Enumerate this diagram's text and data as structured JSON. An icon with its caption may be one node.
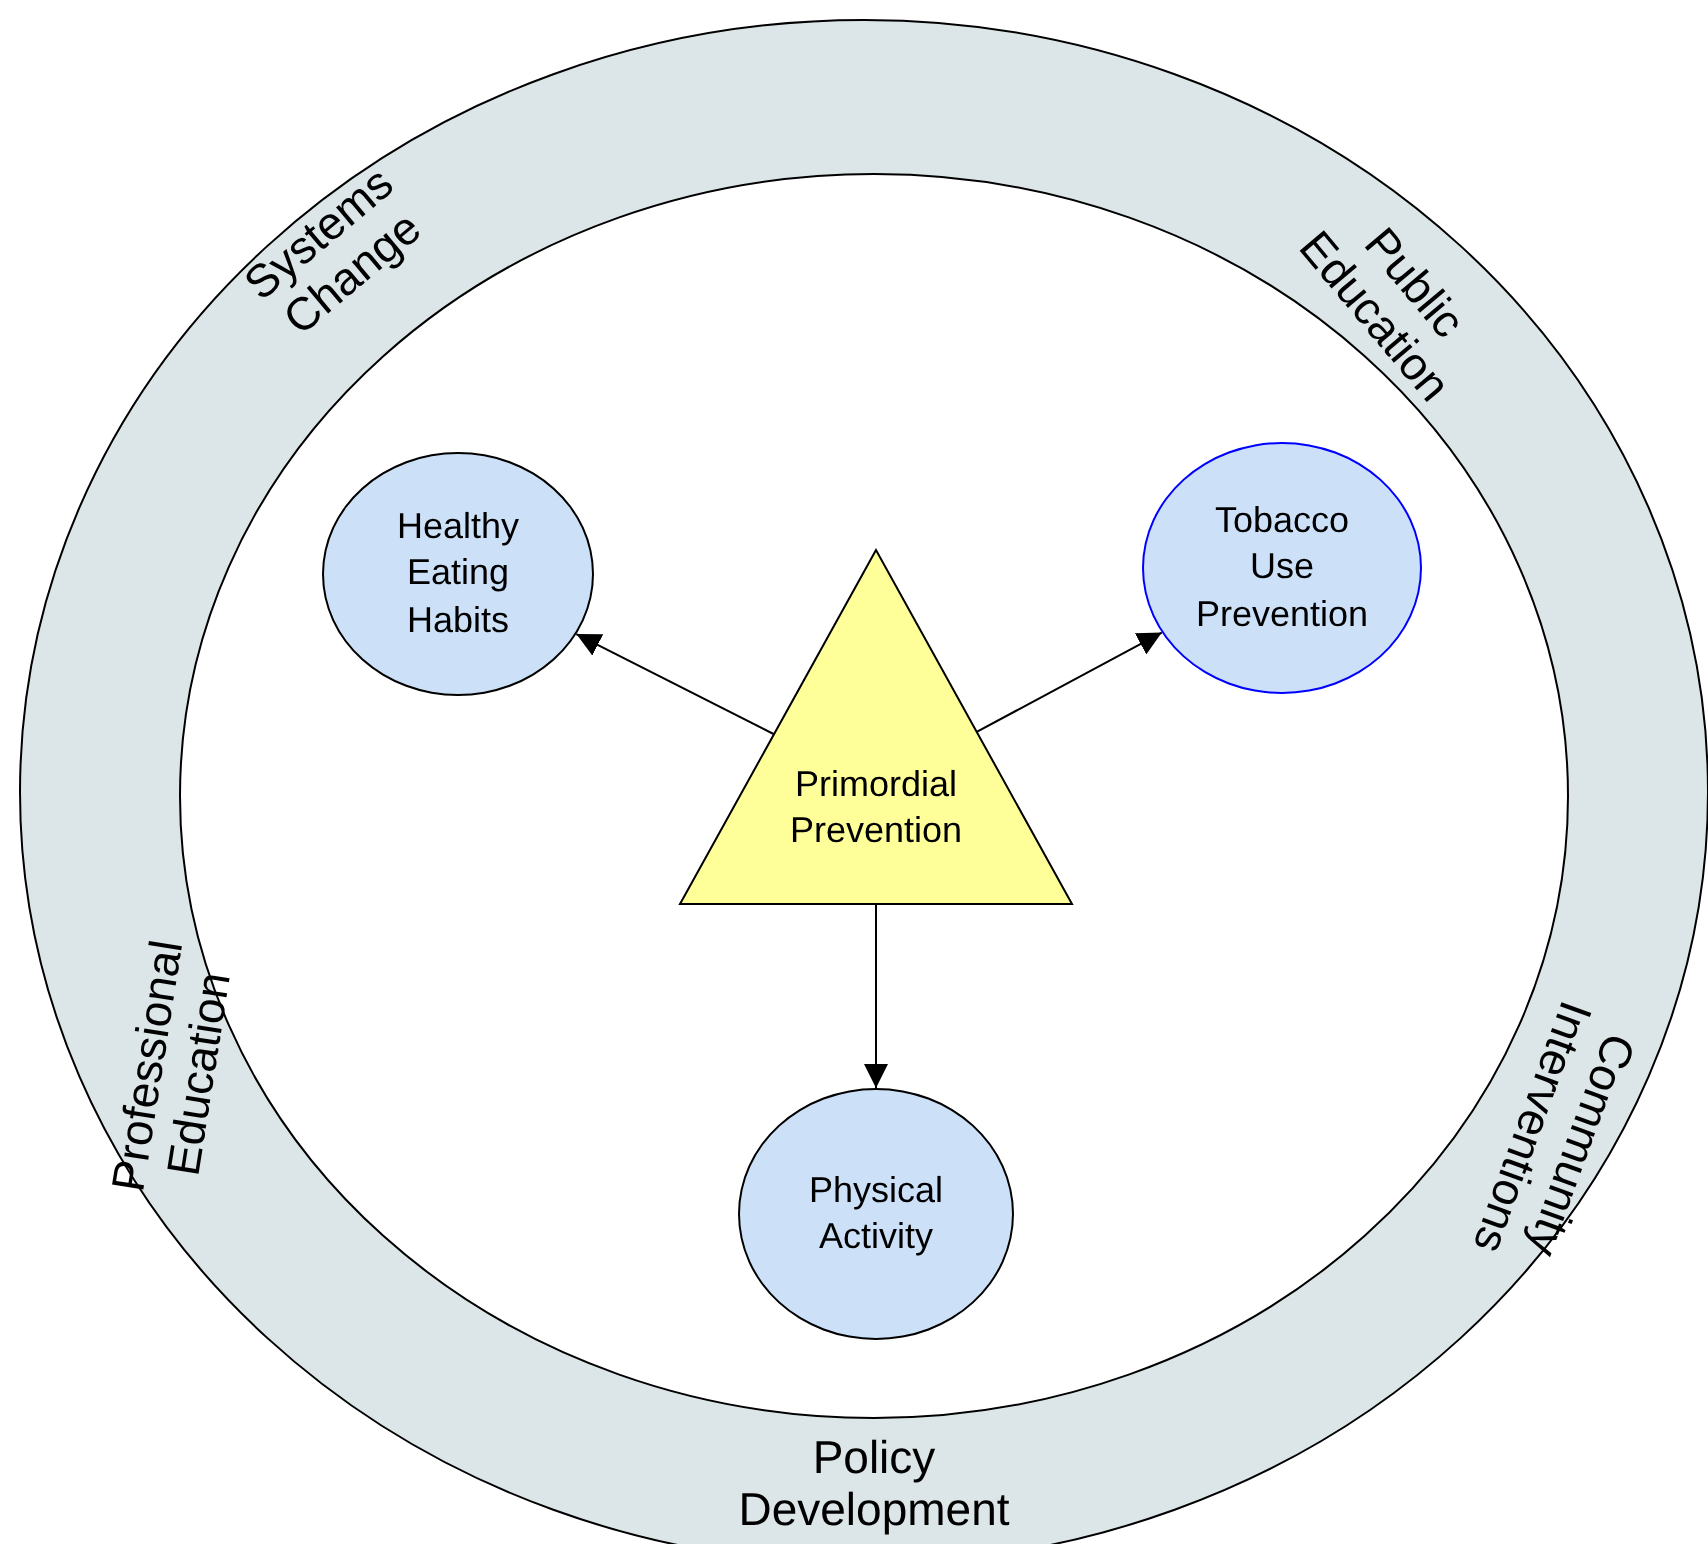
{
  "diagram": {
    "nodes": [
      {
        "text": [
          "Systems Change",
          "Public Education",
          "Community Interventions",
          "Policy Development",
          "Professional Education"
        ]
      },
      {
        "text": [
          "Healthy Eating Habits"
        ],
        "in": 0
      },
      {
        "text": [
          "Primordial Prevention"
        ],
        "in": 0
      },
      {
        "text": [
          "Tobacco Use Prevention"
        ],
        "in": 0
      },
      {
        "text": [
          "Physical Activity"
        ],
        "in": 0
      }
    ],
    "edges": [
      {
        "from": 2,
        "to": 1,
        "arrow": "to"
      },
      {
        "from": 2,
        "to": 3,
        "arrow": "to"
      },
      {
        "from": 2,
        "to": 4,
        "arrow": "to"
      }
    ]
  }
}
